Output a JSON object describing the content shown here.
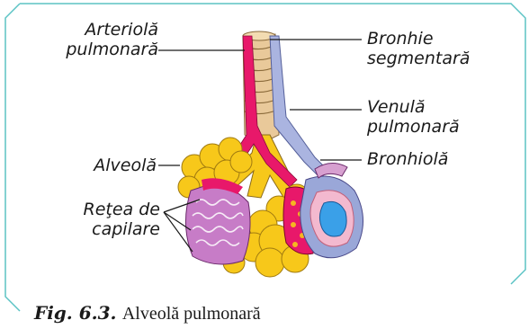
{
  "labels": {
    "arteriola_line1": "Arteriolă",
    "arteriola_line2": "pulmonară",
    "bronhie_line1": "Bronhie",
    "bronhie_line2": "segmentară",
    "venula_line1": "Venulă",
    "venula_line2": "pulmonară",
    "bronhiola": "Bronhiolă",
    "alveola": "Alveolă",
    "retea_line1": "Reţea de",
    "retea_line2": "capilare"
  },
  "caption": {
    "fig_number": "Fig. 6.3.",
    "title": "Alveolă pulmonară"
  },
  "colors": {
    "frame": "#5bc3c4",
    "alveoli_yellow": "#f7c81a",
    "artery_red": "#e8186a",
    "vein_blue": "#9aa7d8",
    "capillary_purple": "#c77cc7",
    "bronchus_tan": "#e9c99a"
  }
}
